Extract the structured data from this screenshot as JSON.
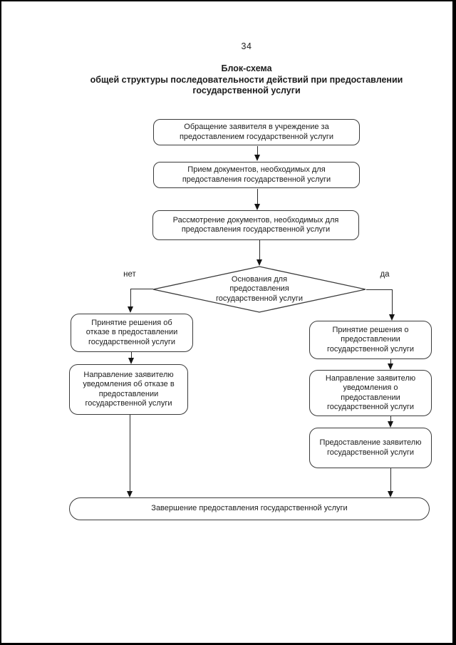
{
  "page": {
    "number": "34",
    "title": [
      "Блок-схема",
      "общей структуры последовательности действий при предоставлении",
      "государственной услуги"
    ]
  },
  "flowchart": {
    "branch_labels": {
      "no": "нет",
      "yes": "да"
    },
    "nodes": {
      "start": "Обращение заявителя в учреждение за\nпредоставлением государственной услуги",
      "receive_docs": "Прием документов, необходимых для\nпредоставления государственной услуги",
      "review_docs": "Рассмотрение документов, необходимых для\nпредоставления государственной услуги",
      "decision": "Основания для\nпредоставления\nгосударственной услуги",
      "refusal_decision": "Принятие решения об\nотказе в предоставлении\nгосударственной услуги",
      "refusal_notice": "Направление заявителю\nуведомления об отказе в\nпредоставлении\nгосударственной услуги",
      "grant_decision": "Принятие решения о\nпредоставлении\nгосударственной услуги",
      "grant_notice": "Направление заявителю\nуведомления о\nпредоставлении\nгосударственной услуги",
      "provide_service": "Предоставление заявителю\nгосударственной услуги",
      "finish": "Завершение предоставления государственной услуги"
    },
    "colors": {
      "ink": "#1c1c1c",
      "line": "#3a3a3a",
      "background": "#ffffff"
    }
  }
}
